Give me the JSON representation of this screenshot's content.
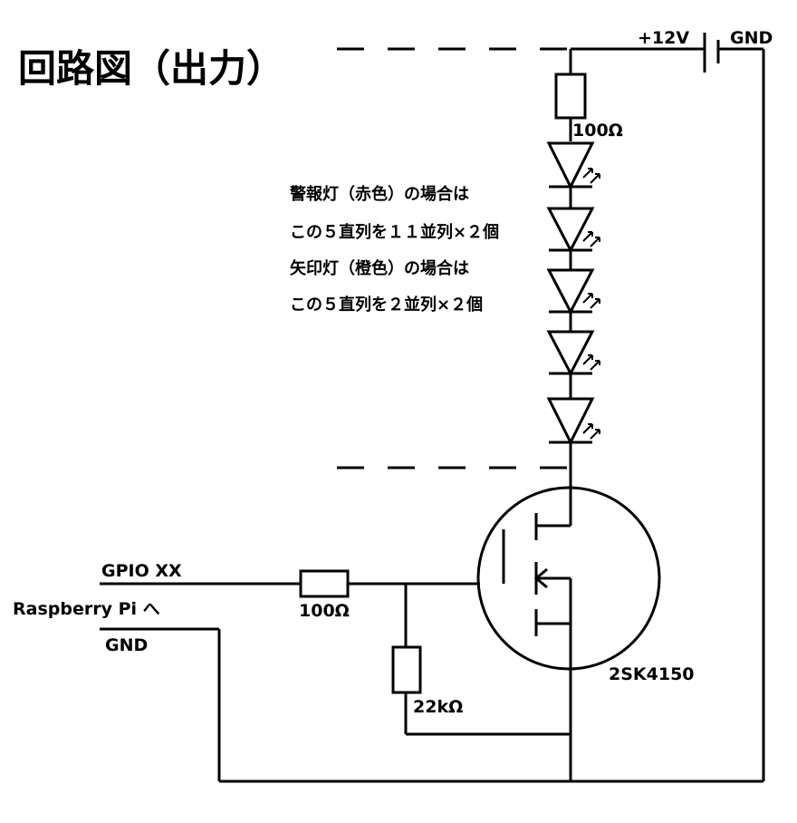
{
  "title": "回路図（出力）",
  "labels": {
    "power_positive": "+12V",
    "power_ground": "GND",
    "resistor_led": "100Ω",
    "resistor_gate": "100Ω",
    "resistor_pulldown": "22kΩ",
    "gpio": "GPIO XX",
    "raspberry_pi": "Raspberry Pi へ",
    "gnd_left": "GND",
    "mosfet": "2SK4150"
  },
  "notes": [
    "警報灯（赤色）の場合は",
    "この５直列を１１並列×２個",
    "矢印灯（橙色）の場合は",
    "この５直列を２並列×２個"
  ]
}
